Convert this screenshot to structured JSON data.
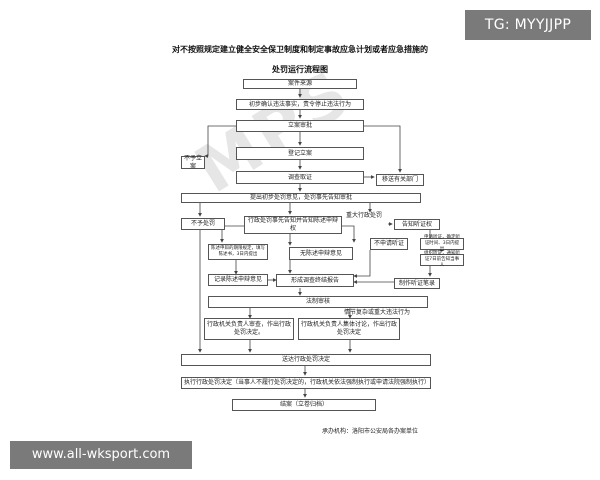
{
  "overlay": {
    "tag_top_right": "TG: MYYJJPP",
    "tag_bottom_left": "www.all-wksport.com"
  },
  "watermark": "MPS",
  "title": {
    "line1": "对不按照规定建立健全安全保卫制度和制定事故应急计划或者应急措施的",
    "line2": "处罚运行流程图"
  },
  "nodes": {
    "case_source": "案件来源",
    "initial_confirm": "初步确认违法事实，责令停止违法行为",
    "filing_review": "立案审批",
    "no_filing": "不予立案",
    "register": "登记立案",
    "investigate": "调查取证",
    "transfer": "移送有关部门",
    "propose": "提出初步处罚意见，处罚事先告知审批",
    "no_penalty": "不予处罚",
    "notice_rights": "行政处罚事先告知并告知陈述申辩权",
    "major_penalty": "重大行政处罚",
    "hearing_notice": "告知听证权",
    "defense_note": "陈述申辩的期限规定，填写陈述书，3日内提出",
    "no_defense": "无陈述申辩意见",
    "no_hearing": "不申请听证",
    "hearing_note_1": "申请听证，确定听证时间、3日内提出",
    "hearing_note_2": "组织听证，通知听证7日前告知当事人",
    "record_defense": "记录陈述申辩意见",
    "investigation_report": "形成调查终结报告",
    "hearing_record": "制作听证笔录",
    "legal_review": "法制审核",
    "complex_major": "情节复杂或重大违法行为",
    "chief_review": "行政机关负责人审查，作出行政处罚决定。",
    "collective": "行政机关负责人集体讨论，作出行政处罚决定",
    "deliver": "送达行政处罚决定",
    "execute": "执行行政处罚决定（当事人不履行处罚决定的，行政机关依法强制执行或申请法院强制执行）",
    "close": "结案（立卷归档）"
  },
  "footer": {
    "organizer": "承办机构：洛阳市公安局各办案单位"
  }
}
